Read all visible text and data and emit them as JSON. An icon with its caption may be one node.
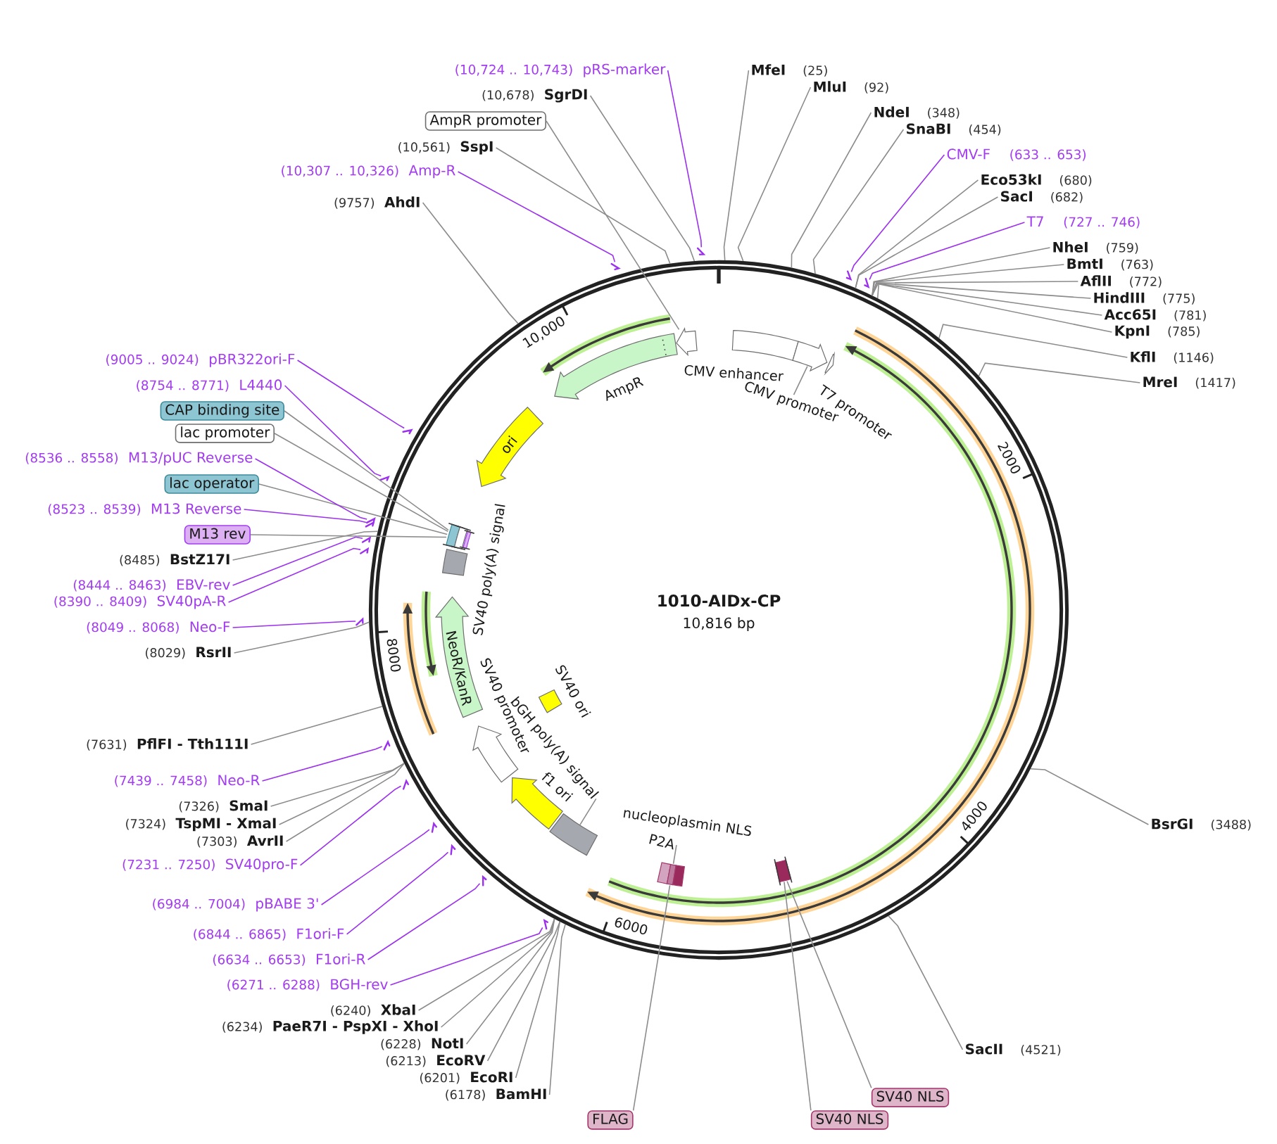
{
  "diagram": {
    "nodes": [
      {
        "text": [
          "1010-AIDx-CP",
          "10,816 bp"
        ]
      },
      {
        "text": [
          "AmpR"
        ],
        "in": 0
      },
      {
        "text": [],
        "shape": "arrow",
        "in": 0
      },
      {
        "text": [
          "CMV enhancer"
        ],
        "in": 0
      },
      {
        "text": [],
        "shape": "arrow",
        "in": 0
      },
      {
        "text": [
          "CMV promoter"
        ],
        "in": 0
      },
      {
        "text": [
          "T7 promoter"
        ],
        "in": 0
      },
      {
        "text": [
          "ori"
        ],
        "in": 0
      },
      {
        "text": [],
        "shape": "bar",
        "in": 0
      },
      {
        "text": [
          "SV40 poly(A) signal"
        ],
        "in": 0
      },
      {
        "text": [
          "NeoR/KanR"
        ],
        "in": 0
      },
      {
        "text": [
          "SV40 promoter"
        ],
        "in": 0
      },
      {
        "text": [
          "SV40 ori"
        ],
        "in": 0
      },
      {
        "text": [
          "f1 ori"
        ],
        "in": 0
      },
      {
        "text": [],
        "shape": "box",
        "in": 0
      },
      {
        "text": [
          "bGH poly(A) signal"
        ],
        "in": 0
      },
      {
        "text": [],
        "shape": "box",
        "in": 0
      },
      {
        "text": [
          "P2A"
        ],
        "in": 0
      },
      {
        "text": [],
        "shape": "bar",
        "in": 0
      },
      {
        "text": [
          "MfeI",
          "(25)"
        ]
      },
      {
        "text": [
          "MluI",
          "(92)"
        ]
      },
      {
        "text": [
          "NdeI",
          "(348)"
        ]
      },
      {
        "text": [
          "SnaBI",
          "(454)"
        ]
      },
      {
        "text": [
          "CMV-F",
          "(633 .. 653)"
        ]
      },
      {
        "text": [
          "Eco53kI",
          "(680)"
        ]
      },
      {
        "text": [
          "SacI",
          "(682)"
        ]
      },
      {
        "text": [
          "T7",
          "(727 .. 746)"
        ]
      },
      {
        "text": [
          "NheI",
          "(759)"
        ]
      },
      {
        "text": [
          "BmtI",
          "(763)"
        ]
      },
      {
        "text": [
          "AflII",
          "(772)"
        ]
      },
      {
        "text": [
          "HindIII",
          "(775)"
        ]
      },
      {
        "text": [
          "Acc65I",
          "(781)"
        ]
      },
      {
        "text": [
          "KpnI",
          "(785)"
        ]
      },
      {
        "text": [
          "KflI",
          "(1146)"
        ]
      },
      {
        "text": [
          "MreI",
          "(1417)"
        ]
      },
      {
        "text": [
          "BsrGI",
          "(3488)"
        ]
      },
      {
        "text": [
          "SacII",
          "(4521)"
        ]
      },
      {
        "text": [
          "SV40 NLS"
        ]
      },
      {
        "text": [
          "SV40 NLS"
        ]
      },
      {
        "text": [
          "FLAG"
        ]
      },
      {
        "text": [
          "(6178)",
          "BamHI"
        ]
      },
      {
        "text": [
          "(6201)",
          "EcoRI"
        ]
      },
      {
        "text": [
          "(6213)",
          "EcoRV"
        ]
      },
      {
        "text": [
          "(6228)",
          "NotI"
        ]
      },
      {
        "text": [
          "(6234)",
          "PaeR7I - PspXI - XhoI"
        ]
      },
      {
        "text": [
          "(6240)",
          "XbaI"
        ]
      },
      {
        "text": [
          "(6271 .. 6288)",
          "BGH-rev"
        ]
      },
      {
        "text": [
          "(6634 .. 6653)",
          "F1ori-R"
        ]
      },
      {
        "text": [
          "(6844 .. 6865)",
          "F1ori-F"
        ]
      },
      {
        "text": [
          "(6984 .. 7004)",
          "pBABE 3'"
        ]
      },
      {
        "text": [
          "(7231 .. 7250)",
          "SV40pro-F"
        ]
      },
      {
        "text": [
          "(7303)",
          "AvrII"
        ]
      },
      {
        "text": [
          "(7324)",
          "TspMI - XmaI"
        ]
      },
      {
        "text": [
          "(7326)",
          "SmaI"
        ]
      },
      {
        "text": [
          "(7439 .. 7458)",
          "Neo-R"
        ]
      },
      {
        "text": [
          "(7631)",
          "PflFI - Tth111I"
        ]
      },
      {
        "text": [
          "(8029)",
          "RsrII"
        ]
      },
      {
        "text": [
          "(8049 .. 8068)",
          "Neo-F"
        ]
      },
      {
        "text": [
          "(8390 .. 8409)",
          "SV40pA-R"
        ]
      },
      {
        "text": [
          "(8444 .. 8463)",
          "EBV-rev"
        ]
      },
      {
        "text": [
          "(8485)",
          "BstZ17I"
        ]
      },
      {
        "text": [
          "M13 rev"
        ]
      },
      {
        "text": [
          "(8523 .. 8539)",
          "M13 Reverse"
        ]
      },
      {
        "text": [
          "lac operator"
        ]
      },
      {
        "text": [
          "(8536 .. 8558)",
          "M13/pUC Reverse"
        ]
      },
      {
        "text": [
          "lac promoter"
        ]
      },
      {
        "text": [
          "CAP binding site"
        ]
      },
      {
        "text": [
          "(8754 .. 8771)",
          "L4440"
        ]
      },
      {
        "text": [
          "(9005 .. 9024)",
          "pBR322ori-F"
        ]
      },
      {
        "text": [
          "(9757)",
          "AhdI"
        ]
      },
      {
        "text": [
          "(10,307 .. 10,326)",
          "Amp-R"
        ]
      },
      {
        "text": [
          "(10,561)",
          "SspI"
        ]
      },
      {
        "text": [
          "AmpR promoter"
        ]
      },
      {
        "text": [
          "(10,678)",
          "SgrDI"
        ]
      },
      {
        "text": [
          "(10,724 .. 10,743)",
          "pRS-marker"
        ]
      },
      {
        "text": [],
        "shape": "arrow"
      },
      {
        "text": [],
        "shape": "arrow"
      },
      {
        "text": [],
        "shape": "arrow"
      },
      {
        "text": [],
        "shape": "arrow"
      },
      {
        "text": [],
        "shape": "arrow"
      },
      {
        "text": [],
        "shape": "arrow"
      },
      {
        "text": [],
        "shape": "arrow"
      },
      {
        "text": [],
        "shape": "arrow"
      },
      {
        "text": [],
        "shape": "arrow"
      },
      {
        "text": [],
        "shape": "arrow"
      },
      {
        "text": [],
        "shape": "arrow"
      },
      {
        "text": [],
        "shape": "arrow"
      },
      {
        "text": [],
        "shape": "arrow"
      },
      {
        "text": [],
        "shape": "arrow"
      },
      {
        "text": [],
        "shape": "arrow"
      },
      {
        "text": [],
        "shape": "arrow"
      },
      {
        "text": [],
        "shape": "arrow"
      }
    ],
    "edges": [
      {
        "from": 5,
        "to": 4,
        "arrow": "none"
      },
      {
        "from": 15,
        "to": 14,
        "arrow": "none"
      },
      {
        "from": 17,
        "to": 16,
        "arrow": "none"
      },
      {
        "from": 19,
        "to": 0,
        "arrow": "none"
      },
      {
        "from": 20,
        "to": 0,
        "arrow": "none"
      },
      {
        "from": 21,
        "to": 0,
        "arrow": "none"
      },
      {
        "from": 22,
        "to": 0,
        "arrow": "none"
      },
      {
        "from": 23,
        "to": 75,
        "arrow": "none",
        "color": "#9b30ee"
      },
      {
        "from": 24,
        "to": 0,
        "arrow": "none"
      },
      {
        "from": 25,
        "to": 0,
        "arrow": "none"
      },
      {
        "from": 26,
        "to": 76,
        "arrow": "none",
        "color": "#9b30ee"
      },
      {
        "from": 27,
        "to": 0,
        "arrow": "none"
      },
      {
        "from": 28,
        "to": 0,
        "arrow": "none"
      },
      {
        "from": 29,
        "to": 0,
        "arrow": "none"
      },
      {
        "from": 30,
        "to": 0,
        "arrow": "none"
      },
      {
        "from": 31,
        "to": 0,
        "arrow": "none"
      },
      {
        "from": 32,
        "to": 0,
        "arrow": "none"
      },
      {
        "from": 33,
        "to": 0,
        "arrow": "none"
      },
      {
        "from": 34,
        "to": 0,
        "arrow": "none"
      },
      {
        "from": 35,
        "to": 0,
        "arrow": "none"
      },
      {
        "from": 36,
        "to": 0,
        "arrow": "none"
      },
      {
        "from": 37,
        "to": 18,
        "arrow": "none"
      },
      {
        "from": 38,
        "to": 18,
        "arrow": "none"
      },
      {
        "from": 39,
        "to": 16,
        "arrow": "none"
      },
      {
        "from": 40,
        "to": 0,
        "arrow": "none"
      },
      {
        "from": 41,
        "to": 0,
        "arrow": "none"
      },
      {
        "from": 42,
        "to": 0,
        "arrow": "none"
      },
      {
        "from": 43,
        "to": 0,
        "arrow": "none"
      },
      {
        "from": 44,
        "to": 0,
        "arrow": "none"
      },
      {
        "from": 45,
        "to": 0,
        "arrow": "none"
      },
      {
        "from": 46,
        "to": 77,
        "arrow": "none",
        "color": "#9b30ee"
      },
      {
        "from": 47,
        "to": 78,
        "arrow": "none",
        "color": "#9b30ee"
      },
      {
        "from": 48,
        "to": 79,
        "arrow": "none",
        "color": "#9b30ee"
      },
      {
        "from": 49,
        "to": 80,
        "arrow": "none",
        "color": "#9b30ee"
      },
      {
        "from": 50,
        "to": 81,
        "arrow": "none",
        "color": "#9b30ee"
      },
      {
        "from": 51,
        "to": 0,
        "arrow": "none"
      },
      {
        "from": 52,
        "to": 0,
        "arrow": "none"
      },
      {
        "from": 53,
        "to": 0,
        "arrow": "none"
      },
      {
        "from": 54,
        "to": 82,
        "arrow": "none",
        "color": "#9b30ee"
      },
      {
        "from": 55,
        "to": 0,
        "arrow": "none"
      },
      {
        "from": 56,
        "to": 0,
        "arrow": "none"
      },
      {
        "from": 57,
        "to": 83,
        "arrow": "none",
        "color": "#9b30ee"
      },
      {
        "from": 58,
        "to": 84,
        "arrow": "none",
        "color": "#9b30ee"
      },
      {
        "from": 59,
        "to": 85,
        "arrow": "none",
        "color": "#9b30ee"
      },
      {
        "from": 60,
        "to": 0,
        "arrow": "none"
      },
      {
        "from": 61,
        "to": 8,
        "arrow": "none"
      },
      {
        "from": 62,
        "to": 86,
        "arrow": "none",
        "color": "#9b30ee"
      },
      {
        "from": 63,
        "to": 8,
        "arrow": "none"
      },
      {
        "from": 64,
        "to": 87,
        "arrow": "none",
        "color": "#9b30ee"
      },
      {
        "from": 65,
        "to": 8,
        "arrow": "none"
      },
      {
        "from": 66,
        "to": 8,
        "arrow": "none"
      },
      {
        "from": 67,
        "to": 88,
        "arrow": "none",
        "color": "#9b30ee"
      },
      {
        "from": 68,
        "to": 89,
        "arrow": "none",
        "color": "#9b30ee"
      },
      {
        "from": 69,
        "to": 0,
        "arrow": "none"
      },
      {
        "from": 70,
        "to": 90,
        "arrow": "none",
        "color": "#9b30ee"
      },
      {
        "from": 71,
        "to": 0,
        "arrow": "none"
      },
      {
        "from": 72,
        "to": 2,
        "arrow": "none"
      },
      {
        "from": 73,
        "to": 0,
        "arrow": "none"
      },
      {
        "from": 74,
        "to": 91,
        "arrow": "none",
        "color": "#9b30ee"
      }
    ],
    "labels": [
      "2000",
      "4000",
      "6000",
      "8000",
      "10,000",
      "nucleoplasmin NLS"
    ]
  }
}
